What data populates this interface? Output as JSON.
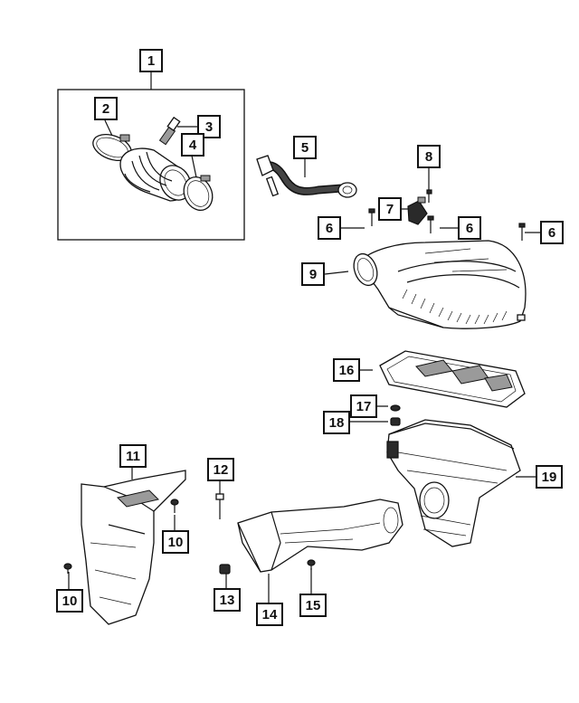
{
  "callouts": {
    "c1": "1",
    "c2": "2",
    "c3": "3",
    "c4": "4",
    "c5": "5",
    "c6a": "6",
    "c6b": "6",
    "c6c": "6",
    "c7": "7",
    "c8": "8",
    "c9": "9",
    "c10a": "10",
    "c10b": "10",
    "c11": "11",
    "c12": "12",
    "c13": "13",
    "c14": "14",
    "c15": "15",
    "c16": "16",
    "c17": "17",
    "c18": "18",
    "c19": "19"
  },
  "colors": {
    "line": "#111111",
    "fill": "#ffffff",
    "shade": "#2a2a2a"
  }
}
